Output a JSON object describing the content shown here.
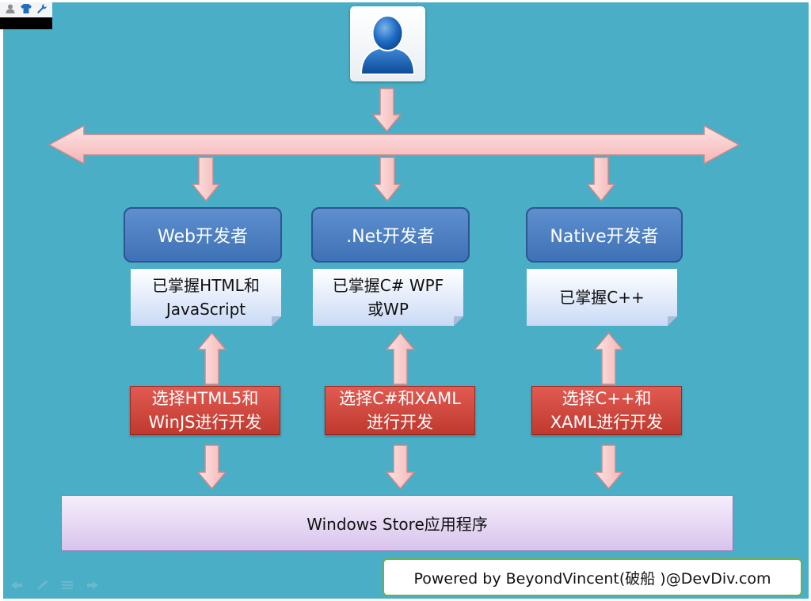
{
  "colors": {
    "background": "#49aec6",
    "arrow_fill": "#fbd0d0",
    "arrow_stroke": "#c98a8a",
    "header_blue": "#4a7cc0",
    "choice_red": "#d1463d",
    "store_purple": "#e6d8f4",
    "credit_border": "#6fb04a"
  },
  "toolbar": {
    "icons": [
      "user-icon",
      "shirt-icon",
      "wrench-icon"
    ]
  },
  "user_icon": "user-icon",
  "columns": [
    {
      "header": "Web开发者",
      "skill": "已掌握HTML和\nJavaScript",
      "choice": "选择HTML5和\nWinJS进行开发"
    },
    {
      "header": ".Net开发者",
      "skill": "已掌握C# WPF\n或WP",
      "choice": "选择C#和XAML\n进行开发"
    },
    {
      "header": "Native开发者",
      "skill": "已掌握C++",
      "choice": "选择C++和\nXAML进行开发"
    }
  ],
  "store": {
    "label": "Windows Store应用程序"
  },
  "credit": {
    "text": "Powered by BeyondVincent(破船 )@DevDiv.com"
  },
  "slide_nav": {
    "icons": [
      "back-arrow-icon",
      "pen-icon",
      "menu-icon",
      "forward-arrow-icon"
    ]
  }
}
